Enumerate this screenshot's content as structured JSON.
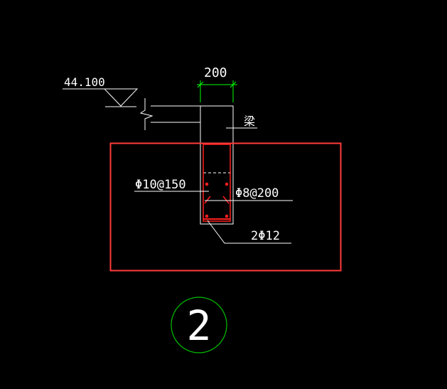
{
  "drawing": {
    "elevation_label": "44.100",
    "width_dimension": "200",
    "beam_label": "梁",
    "stirrup_label": "Φ10@150",
    "tie_label": "Φ8@200",
    "bottom_bar_label": "2Φ12",
    "detail_number": "2"
  },
  "colors": {
    "background": "#000000",
    "lines": "#ffffff",
    "dimension": "#00ff00",
    "highlight_box": "#ff3b3b",
    "rebar": "#ff2020",
    "detail_circle": "#00c000"
  }
}
